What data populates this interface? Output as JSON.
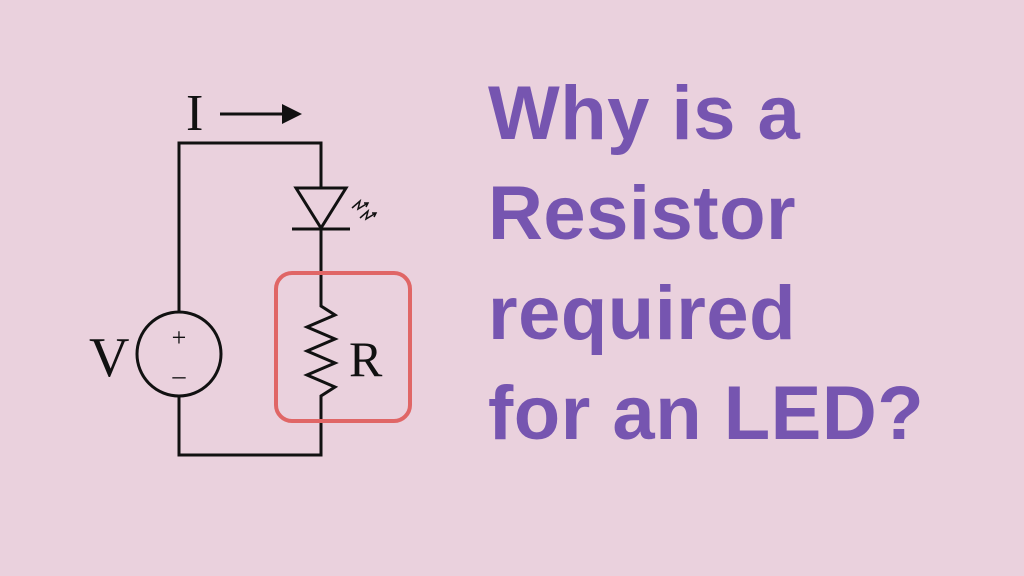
{
  "diagram": {
    "current_label": "I",
    "voltage_label": "V",
    "resistor_label": "R",
    "plus_sign": "+",
    "minus_sign": "–",
    "highlight_color": "#e06666",
    "wire_color": "#111111"
  },
  "headline": {
    "lines": [
      "Why is a",
      "Resistor",
      "required",
      "for an LED?"
    ],
    "color": "#7655b0"
  },
  "background_color": "#ead1dd"
}
